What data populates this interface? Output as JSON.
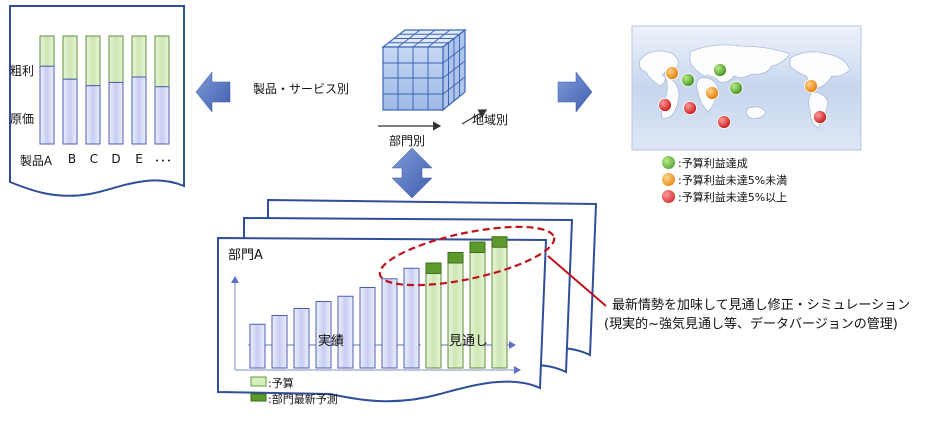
{
  "product_chart": {
    "y_labels": [
      "粗利",
      "原価"
    ],
    "categories": [
      "製品A",
      "B",
      "C",
      "D",
      "E",
      "･･･"
    ],
    "chart_data": {
      "type": "bar",
      "categories": [
        "製品A",
        "B",
        "C",
        "D",
        "E",
        "･･･"
      ],
      "series": [
        {
          "name": "原価",
          "values": [
            0.72,
            0.6,
            0.54,
            0.57,
            0.62,
            0.53
          ]
        },
        {
          "name": "粗利",
          "values": [
            0.28,
            0.4,
            0.46,
            0.43,
            0.38,
            0.47
          ]
        }
      ]
    }
  },
  "cube": {
    "label_product": "製品・サービス別",
    "label_dept": "部門別",
    "label_region": "地域別"
  },
  "map": {
    "legend": [
      {
        "label": ":予算利益達成",
        "color": "#4fa32a"
      },
      {
        "label": ":予算利益未達5%未満",
        "color": "#f08a12"
      },
      {
        "label": ":予算利益未達5%以上",
        "color": "#e02a2a"
      }
    ]
  },
  "dept_chart": {
    "title": "部門A",
    "actual_label": "実績",
    "forecast_label": "見通し",
    "legend": [
      {
        "label": ":予算",
        "color": "#d8edc0"
      },
      {
        "label": ":部門最新予測",
        "color": "#5c9a2e"
      }
    ],
    "chart_data": {
      "type": "bar",
      "series": [
        {
          "name": "実績",
          "values": [
            25,
            30,
            34,
            38,
            41,
            46,
            51,
            57
          ]
        },
        {
          "name": "予算",
          "values": [
            58,
            64,
            70,
            73
          ]
        },
        {
          "name": "部門最新予測",
          "values": [
            60,
            66,
            72,
            75
          ]
        }
      ]
    }
  },
  "callout": {
    "line1": "最新情勢を加味して見通し修正・シミュレーション",
    "line2": "(現実的~強気見通し等、データバージョンの管理)"
  }
}
